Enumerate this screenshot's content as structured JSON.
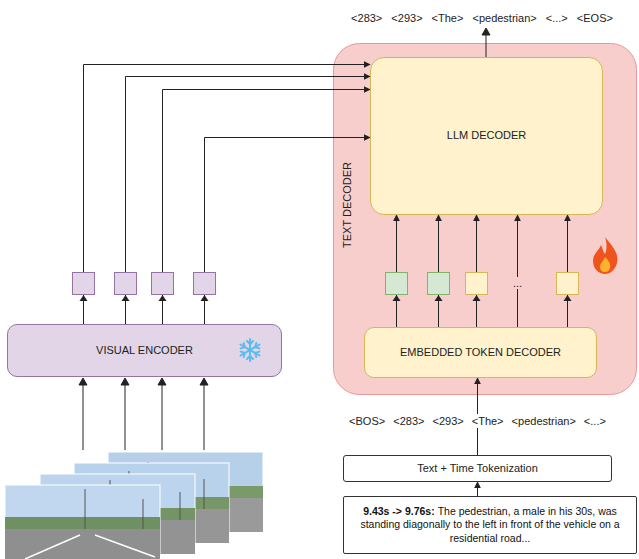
{
  "diagram": {
    "nodes": [
      {
        "text": [
          "VISUAL ENCODER"
        ]
      },
      {
        "text": [
          "TEXT DECODER"
        ]
      },
      {
        "text": [
          "LLM DECODER"
        ],
        "in": 1
      },
      {
        "text": [
          "EMBEDDED TOKEN DECODER"
        ],
        "in": 1
      },
      {
        "text": [
          "Text + Time Tokenization"
        ]
      },
      {
        "text": [
          "9.43s -> 9.76s:",
          "The pedestrian, a male in his 30s, was standing diagonally to the left in front of the vehicle on a residential road..."
        ]
      }
    ],
    "edges": [
      {
        "from": 0,
        "to": 2,
        "arrow": "to"
      },
      {
        "from": 0,
        "to": 2,
        "arrow": "to"
      },
      {
        "from": 0,
        "to": 2,
        "arrow": "to"
      },
      {
        "from": 0,
        "to": 2,
        "arrow": "to"
      },
      {
        "from": 3,
        "to": 2,
        "arrow": "to"
      },
      {
        "from": 3,
        "to": 2,
        "arrow": "to"
      },
      {
        "from": 3,
        "to": 2,
        "arrow": "to"
      },
      {
        "from": 3,
        "to": 2,
        "arrow": "to"
      },
      {
        "from": 3,
        "to": 2,
        "arrow": "to"
      },
      {
        "from": 4,
        "to": 3,
        "label": "<BOS> <283> <293> <The> <pedestrian> <...>",
        "arrow": "to"
      },
      {
        "from": 5,
        "to": 4,
        "arrow": "to"
      }
    ],
    "labels": [
      "<283> <293> <The> <pedestrian> <...> <EOS>",
      "..."
    ]
  }
}
